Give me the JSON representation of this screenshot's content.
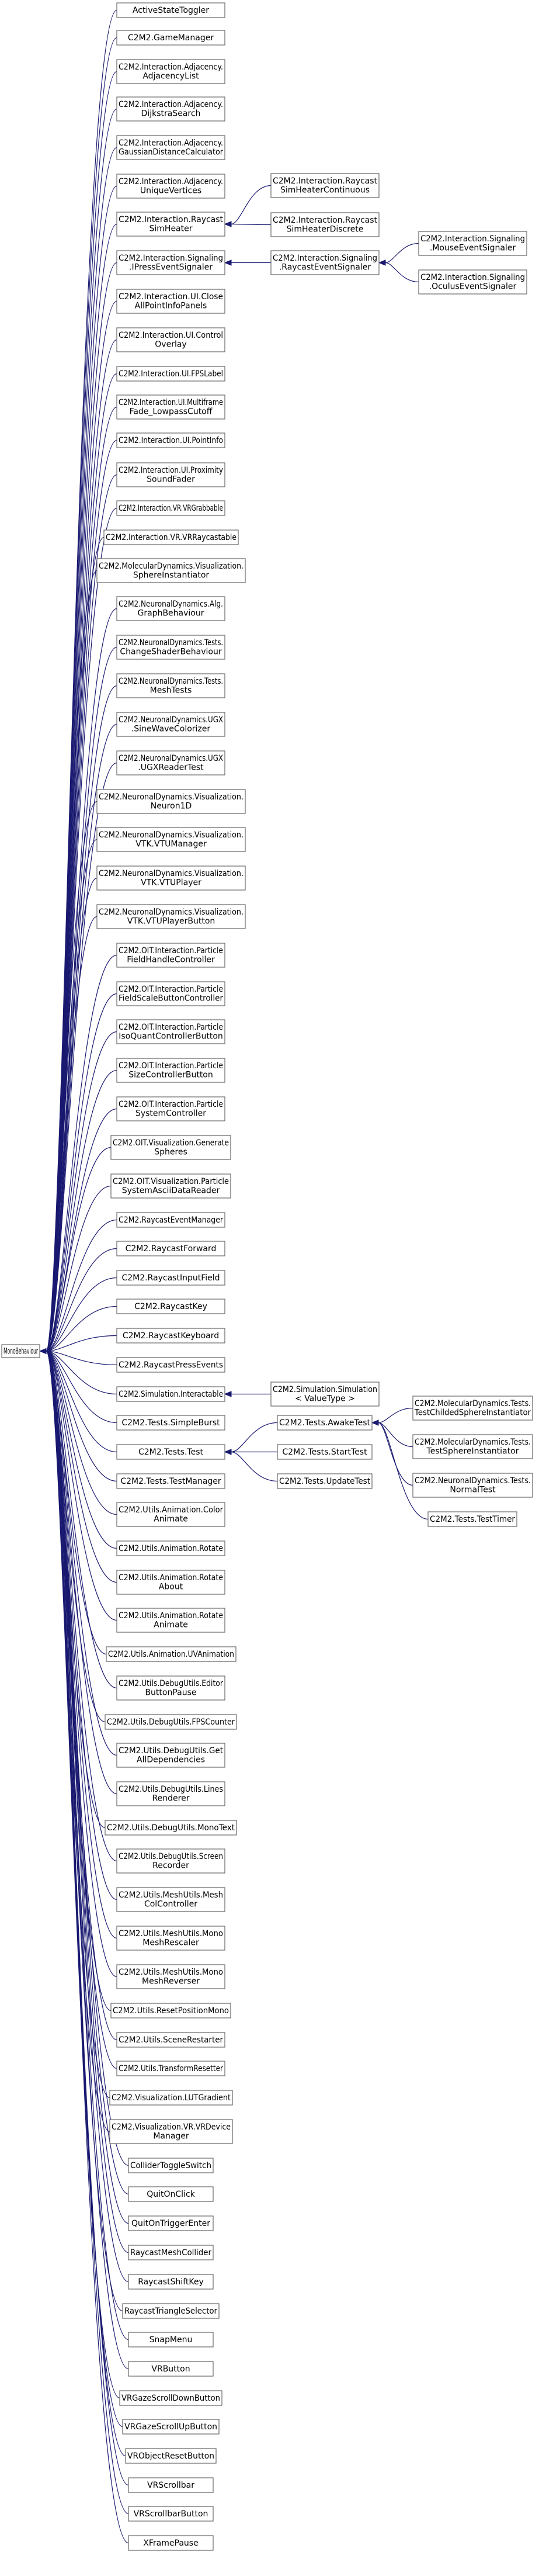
{
  "diagram": {
    "type": "class-inheritance-graph",
    "colors": {
      "edge": "#191970",
      "node_border": "#666666",
      "node_fill": "#ffffff",
      "text": "#000000"
    },
    "nodes": [
      {
        "id": "MonoBehaviour",
        "lines": [
          "MonoBehaviour"
        ]
      },
      {
        "id": "ActiveStateToggler",
        "lines": [
          "ActiveStateToggler"
        ]
      },
      {
        "id": "GameManager",
        "lines": [
          "C2M2.GameManager"
        ]
      },
      {
        "id": "AdjacencyList",
        "lines": [
          "C2M2.Interaction.Adjacency.",
          "AdjacencyList"
        ]
      },
      {
        "id": "DijkstraSearch",
        "lines": [
          "C2M2.Interaction.Adjacency.",
          "DijkstraSearch"
        ]
      },
      {
        "id": "GaussianDistanceCalculator",
        "lines": [
          "C2M2.Interaction.Adjacency.",
          "GaussianDistanceCalculator"
        ]
      },
      {
        "id": "UniqueVertices",
        "lines": [
          "C2M2.Interaction.Adjacency.",
          "UniqueVertices"
        ]
      },
      {
        "id": "RaycastSimHeater",
        "lines": [
          "C2M2.Interaction.Raycast",
          "SimHeater"
        ]
      },
      {
        "id": "SimHeaterContinuous",
        "lines": [
          "C2M2.Interaction.Raycast",
          "SimHeaterContinuous"
        ]
      },
      {
        "id": "SimHeaterDiscrete",
        "lines": [
          "C2M2.Interaction.Raycast",
          "SimHeaterDiscrete"
        ]
      },
      {
        "id": "IPressEventSignaler",
        "lines": [
          "C2M2.Interaction.Signaling",
          ".IPressEventSignaler"
        ]
      },
      {
        "id": "RaycastEventSignaler",
        "lines": [
          "C2M2.Interaction.Signaling",
          ".RaycastEventSignaler"
        ]
      },
      {
        "id": "MouseEventSignaler",
        "lines": [
          "C2M2.Interaction.Signaling",
          ".MouseEventSignaler"
        ]
      },
      {
        "id": "OculusEventSignaler",
        "lines": [
          "C2M2.Interaction.Signaling",
          ".OculusEventSignaler"
        ]
      },
      {
        "id": "CloseAllPointInfoPanels",
        "lines": [
          "C2M2.Interaction.UI.Close",
          "AllPointInfoPanels"
        ]
      },
      {
        "id": "ControlOverlay",
        "lines": [
          "C2M2.Interaction.UI.Control",
          "Overlay"
        ]
      },
      {
        "id": "FPSLabel",
        "lines": [
          "C2M2.Interaction.UI.FPSLabel"
        ]
      },
      {
        "id": "MultiframeFadeLowpassCutoff",
        "lines": [
          "C2M2.Interaction.UI.Multiframe",
          "Fade_LowpassCutoff"
        ]
      },
      {
        "id": "PointInfo",
        "lines": [
          "C2M2.Interaction.UI.PointInfo"
        ]
      },
      {
        "id": "ProximitySoundFader",
        "lines": [
          "C2M2.Interaction.UI.Proximity",
          "SoundFader"
        ]
      },
      {
        "id": "VRGrabbable",
        "lines": [
          "C2M2.Interaction.VR.VRGrabbable"
        ]
      },
      {
        "id": "VRRaycastable",
        "lines": [
          "C2M2.Interaction.VR.VRRaycastable"
        ]
      },
      {
        "id": "SphereInstantiator",
        "lines": [
          "C2M2.MolecularDynamics.Visualization.",
          "SphereInstantiator"
        ]
      },
      {
        "id": "AtgGraphBehaviour",
        "lines": [
          "C2M2.NeuronalDynamics.Alg.",
          "GraphBehaviour"
        ]
      },
      {
        "id": "ChangeShaderBehaviour",
        "lines": [
          "C2M2.NeuronalDynamics.Tests.",
          "ChangeShaderBehaviour"
        ]
      },
      {
        "id": "MeshTests",
        "lines": [
          "C2M2.NeuronalDynamics.Tests.",
          "MeshTests"
        ]
      },
      {
        "id": "SineWaveColorizer",
        "lines": [
          "C2M2.NeuronalDynamics.UGX",
          ".SineWaveColorizer"
        ]
      },
      {
        "id": "UGXReaderTest",
        "lines": [
          "C2M2.NeuronalDynamics.UGX",
          ".UGXReaderTest"
        ]
      },
      {
        "id": "Neuron1D",
        "lines": [
          "C2M2.NeuronalDynamics.Visualization.",
          "Neuron1D"
        ]
      },
      {
        "id": "VTUManager",
        "lines": [
          "C2M2.NeuronalDynamics.Visualization.",
          "VTK.VTUManager"
        ]
      },
      {
        "id": "VTUPlayer",
        "lines": [
          "C2M2.NeuronalDynamics.Visualization.",
          "VTK.VTUPlayer"
        ]
      },
      {
        "id": "VTUPlayerButton",
        "lines": [
          "C2M2.NeuronalDynamics.Visualization.",
          "VTK.VTUPlayerButton"
        ]
      },
      {
        "id": "FieldHandleController",
        "lines": [
          "C2M2.OIT.Interaction.Particle",
          "FieldHandleController"
        ]
      },
      {
        "id": "FieldScaleButtonController",
        "lines": [
          "C2M2.OIT.Interaction.Particle",
          "FieldScaleButtonController"
        ]
      },
      {
        "id": "IsoQuantControllerButton",
        "lines": [
          "C2M2.OIT.Interaction.Particle",
          "IsoQuantControllerButton"
        ]
      },
      {
        "id": "SizeControllerButton",
        "lines": [
          "C2M2.OIT.Interaction.Particle",
          "SizeControllerButton"
        ]
      },
      {
        "id": "SystemController",
        "lines": [
          "C2M2.OIT.Interaction.Particle",
          "SystemController"
        ]
      },
      {
        "id": "GenerateSpheres",
        "lines": [
          "C2M2.OIT.Visualization.Generate",
          "Spheres"
        ]
      },
      {
        "id": "SystemAsciiDataReader",
        "lines": [
          "C2M2.OIT.Visualization.Particle",
          "SystemAsciiDataReader"
        ]
      },
      {
        "id": "RaycastEventManager",
        "lines": [
          "C2M2.RaycastEventManager"
        ]
      },
      {
        "id": "RaycastForward",
        "lines": [
          "C2M2.RaycastForward"
        ]
      },
      {
        "id": "RaycastInputField",
        "lines": [
          "C2M2.RaycastInputField"
        ]
      },
      {
        "id": "RaycastKey",
        "lines": [
          "C2M2.RaycastKey"
        ]
      },
      {
        "id": "RaycastKeyboard",
        "lines": [
          "C2M2.RaycastKeyboard"
        ]
      },
      {
        "id": "RaycastPressEvents",
        "lines": [
          "C2M2.RaycastPressEvents"
        ]
      },
      {
        "id": "SimulationInteractable",
        "lines": [
          "C2M2.Simulation.Interactable"
        ]
      },
      {
        "id": "SimulationValueType",
        "lines": [
          "C2M2.Simulation.Simulation",
          "< ValueType >"
        ]
      },
      {
        "id": "AwakeTest",
        "lines": [
          "C2M2.Tests.AwakeTest"
        ]
      },
      {
        "id": "TestChildedSphereInstantiator",
        "lines": [
          "C2M2.MolecularDynamics.Tests.",
          "TestChildedSphereInstantiator"
        ]
      },
      {
        "id": "TestSphereInstantiator",
        "lines": [
          "C2M2.MolecularDynamics.Tests.",
          "TestSphereInstantiator"
        ]
      },
      {
        "id": "NormalTest",
        "lines": [
          "C2M2.NeuronalDynamics.Tests.",
          "NormalTest"
        ]
      },
      {
        "id": "TestTimer",
        "lines": [
          "C2M2.Tests.TestTimer"
        ]
      },
      {
        "id": "SimpleBurst",
        "lines": [
          "C2M2.Tests.SimpleBurst"
        ]
      },
      {
        "id": "Test",
        "lines": [
          "C2M2.Tests.Test"
        ]
      },
      {
        "id": "StartTest",
        "lines": [
          "C2M2.Tests.StartTest"
        ]
      },
      {
        "id": "UpdateTest",
        "lines": [
          "C2M2.Tests.UpdateTest"
        ]
      },
      {
        "id": "TestManager",
        "lines": [
          "C2M2.Tests.TestManager"
        ]
      },
      {
        "id": "ColorAnimate",
        "lines": [
          "C2M2.Utils.Animation.Color",
          "Animate"
        ]
      },
      {
        "id": "AnimRotate",
        "lines": [
          "C2M2.Utils.Animation.Rotate"
        ]
      },
      {
        "id": "RotateAbout",
        "lines": [
          "C2M2.Utils.Animation.Rotate",
          "About"
        ]
      },
      {
        "id": "RotateAnimate",
        "lines": [
          "C2M2.Utils.Animation.Rotate",
          "Animate"
        ]
      },
      {
        "id": "UVAnimation",
        "lines": [
          "C2M2.Utils.Animation.UVAnimation"
        ]
      },
      {
        "id": "EditorButtonPause",
        "lines": [
          "C2M2.Utils.DebugUtils.Editor",
          "ButtonPause"
        ]
      },
      {
        "id": "FPSCounter",
        "lines": [
          "C2M2.Utils.DebugUtils.FPSCounter"
        ]
      },
      {
        "id": "GetAllDependencies",
        "lines": [
          "C2M2.Utils.DebugUtils.Get",
          "AllDependencies"
        ]
      },
      {
        "id": "LinesRenderer",
        "lines": [
          "C2M2.Utils.DebugUtils.Lines",
          "Renderer"
        ]
      },
      {
        "id": "MonoText",
        "lines": [
          "C2M2.Utils.DebugUtils.MonoText"
        ]
      },
      {
        "id": "ScreenRecorder",
        "lines": [
          "C2M2.Utils.DebugUtils.Screen",
          "Recorder"
        ]
      },
      {
        "id": "MeshColController",
        "lines": [
          "C2M2.Utils.MeshUtils.Mesh",
          "ColController"
        ]
      },
      {
        "id": "MonoMeshRescaler",
        "lines": [
          "C2M2.Utils.MeshUtils.Mono",
          "MeshRescaler"
        ]
      },
      {
        "id": "MonoMeshReverser",
        "lines": [
          "C2M2.Utils.MeshUtils.Mono",
          "MeshReverser"
        ]
      },
      {
        "id": "ResetPositionMono",
        "lines": [
          "C2M2.Utils.ResetPositionMono"
        ]
      },
      {
        "id": "SceneRestarter",
        "lines": [
          "C2M2.Utils.SceneRestarter"
        ]
      },
      {
        "id": "TransformResetter",
        "lines": [
          "C2M2.Utils.TransformResetter"
        ]
      },
      {
        "id": "LUTGradient",
        "lines": [
          "C2M2.Visualization.LUTGradient"
        ]
      },
      {
        "id": "VRDeviceManager",
        "lines": [
          "C2M2.Visualization.VR.VRDevice",
          "Manager"
        ]
      },
      {
        "id": "ColliderToggleSwitch",
        "lines": [
          "ColliderToggleSwitch"
        ]
      },
      {
        "id": "QuitOnClick",
        "lines": [
          "QuitOnClick"
        ]
      },
      {
        "id": "QuitOnTriggerEnter",
        "lines": [
          "QuitOnTriggerEnter"
        ]
      },
      {
        "id": "RaycastMeshCollider",
        "lines": [
          "RaycastMeshCollider"
        ]
      },
      {
        "id": "RaycastShiftKey",
        "lines": [
          "RaycastShiftKey"
        ]
      },
      {
        "id": "RaycastTriangleSelector",
        "lines": [
          "RaycastTriangleSelector"
        ]
      },
      {
        "id": "SnapMenu",
        "lines": [
          "SnapMenu"
        ]
      },
      {
        "id": "VRButton",
        "lines": [
          "VRButton"
        ]
      },
      {
        "id": "VRGazeScrollDownButton",
        "lines": [
          "VRGazeScrollDownButton"
        ]
      },
      {
        "id": "VRGazeScrollUpButton",
        "lines": [
          "VRGazeScrollUpButton"
        ]
      },
      {
        "id": "VRObjectResetButton",
        "lines": [
          "VRObjectResetButton"
        ]
      },
      {
        "id": "VRScrollbar",
        "lines": [
          "VRScrollbar"
        ]
      },
      {
        "id": "VRScrollbarButton",
        "lines": [
          "VRScrollbarButton"
        ]
      },
      {
        "id": "XFramePause",
        "lines": [
          "XFramePause"
        ]
      }
    ],
    "edges": [
      [
        "MonoBehaviour",
        "ActiveStateToggler"
      ],
      [
        "MonoBehaviour",
        "GameManager"
      ],
      [
        "MonoBehaviour",
        "AdjacencyList"
      ],
      [
        "MonoBehaviour",
        "DijkstraSearch"
      ],
      [
        "MonoBehaviour",
        "GaussianDistanceCalculator"
      ],
      [
        "MonoBehaviour",
        "UniqueVertices"
      ],
      [
        "MonoBehaviour",
        "RaycastSimHeater"
      ],
      [
        "MonoBehaviour",
        "IPressEventSignaler"
      ],
      [
        "MonoBehaviour",
        "CloseAllPointInfoPanels"
      ],
      [
        "MonoBehaviour",
        "ControlOverlay"
      ],
      [
        "MonoBehaviour",
        "FPSLabel"
      ],
      [
        "MonoBehaviour",
        "MultiframeFadeLowpassCutoff"
      ],
      [
        "MonoBehaviour",
        "PointInfo"
      ],
      [
        "MonoBehaviour",
        "ProximitySoundFader"
      ],
      [
        "MonoBehaviour",
        "VRGrabbable"
      ],
      [
        "MonoBehaviour",
        "VRRaycastable"
      ],
      [
        "MonoBehaviour",
        "SphereInstantiator"
      ],
      [
        "MonoBehaviour",
        "AtgGraphBehaviour"
      ],
      [
        "MonoBehaviour",
        "ChangeShaderBehaviour"
      ],
      [
        "MonoBehaviour",
        "MeshTests"
      ],
      [
        "MonoBehaviour",
        "SineWaveColorizer"
      ],
      [
        "MonoBehaviour",
        "UGXReaderTest"
      ],
      [
        "MonoBehaviour",
        "Neuron1D"
      ],
      [
        "MonoBehaviour",
        "VTUManager"
      ],
      [
        "MonoBehaviour",
        "VTUPlayer"
      ],
      [
        "MonoBehaviour",
        "VTUPlayerButton"
      ],
      [
        "MonoBehaviour",
        "FieldHandleController"
      ],
      [
        "MonoBehaviour",
        "FieldScaleButtonController"
      ],
      [
        "MonoBehaviour",
        "IsoQuantControllerButton"
      ],
      [
        "MonoBehaviour",
        "SizeControllerButton"
      ],
      [
        "MonoBehaviour",
        "SystemController"
      ],
      [
        "MonoBehaviour",
        "GenerateSpheres"
      ],
      [
        "MonoBehaviour",
        "SystemAsciiDataReader"
      ],
      [
        "MonoBehaviour",
        "RaycastEventManager"
      ],
      [
        "MonoBehaviour",
        "RaycastForward"
      ],
      [
        "MonoBehaviour",
        "RaycastInputField"
      ],
      [
        "MonoBehaviour",
        "RaycastKey"
      ],
      [
        "MonoBehaviour",
        "RaycastKeyboard"
      ],
      [
        "MonoBehaviour",
        "RaycastPressEvents"
      ],
      [
        "MonoBehaviour",
        "SimulationInteractable"
      ],
      [
        "MonoBehaviour",
        "SimpleBurst"
      ],
      [
        "MonoBehaviour",
        "Test"
      ],
      [
        "MonoBehaviour",
        "TestManager"
      ],
      [
        "MonoBehaviour",
        "ColorAnimate"
      ],
      [
        "MonoBehaviour",
        "AnimRotate"
      ],
      [
        "MonoBehaviour",
        "RotateAbout"
      ],
      [
        "MonoBehaviour",
        "RotateAnimate"
      ],
      [
        "MonoBehaviour",
        "UVAnimation"
      ],
      [
        "MonoBehaviour",
        "EditorButtonPause"
      ],
      [
        "MonoBehaviour",
        "FPSCounter"
      ],
      [
        "MonoBehaviour",
        "GetAllDependencies"
      ],
      [
        "MonoBehaviour",
        "LinesRenderer"
      ],
      [
        "MonoBehaviour",
        "MonoText"
      ],
      [
        "MonoBehaviour",
        "ScreenRecorder"
      ],
      [
        "MonoBehaviour",
        "MeshColController"
      ],
      [
        "MonoBehaviour",
        "MonoMeshRescaler"
      ],
      [
        "MonoBehaviour",
        "MonoMeshReverser"
      ],
      [
        "MonoBehaviour",
        "ResetPositionMono"
      ],
      [
        "MonoBehaviour",
        "SceneRestarter"
      ],
      [
        "MonoBehaviour",
        "TransformResetter"
      ],
      [
        "MonoBehaviour",
        "LUTGradient"
      ],
      [
        "MonoBehaviour",
        "VRDeviceManager"
      ],
      [
        "MonoBehaviour",
        "ColliderToggleSwitch"
      ],
      [
        "MonoBehaviour",
        "QuitOnClick"
      ],
      [
        "MonoBehaviour",
        "QuitOnTriggerEnter"
      ],
      [
        "MonoBehaviour",
        "RaycastMeshCollider"
      ],
      [
        "MonoBehaviour",
        "RaycastShiftKey"
      ],
      [
        "MonoBehaviour",
        "RaycastTriangleSelector"
      ],
      [
        "MonoBehaviour",
        "SnapMenu"
      ],
      [
        "MonoBehaviour",
        "VRButton"
      ],
      [
        "MonoBehaviour",
        "VRGazeScrollDownButton"
      ],
      [
        "MonoBehaviour",
        "VRGazeScrollUpButton"
      ],
      [
        "MonoBehaviour",
        "VRObjectResetButton"
      ],
      [
        "MonoBehaviour",
        "VRScrollbar"
      ],
      [
        "MonoBehaviour",
        "VRScrollbarButton"
      ],
      [
        "MonoBehaviour",
        "XFramePause"
      ],
      [
        "RaycastSimHeater",
        "SimHeaterContinuous"
      ],
      [
        "RaycastSimHeater",
        "SimHeaterDiscrete"
      ],
      [
        "IPressEventSignaler",
        "RaycastEventSignaler"
      ],
      [
        "RaycastEventSignaler",
        "MouseEventSignaler"
      ],
      [
        "RaycastEventSignaler",
        "OculusEventSignaler"
      ],
      [
        "SimulationInteractable",
        "SimulationValueType"
      ],
      [
        "Test",
        "AwakeTest"
      ],
      [
        "Test",
        "StartTest"
      ],
      [
        "Test",
        "UpdateTest"
      ],
      [
        "AwakeTest",
        "TestChildedSphereInstantiator"
      ],
      [
        "AwakeTest",
        "TestSphereInstantiator"
      ],
      [
        "AwakeTest",
        "NormalTest"
      ],
      [
        "AwakeTest",
        "TestTimer"
      ]
    ]
  }
}
